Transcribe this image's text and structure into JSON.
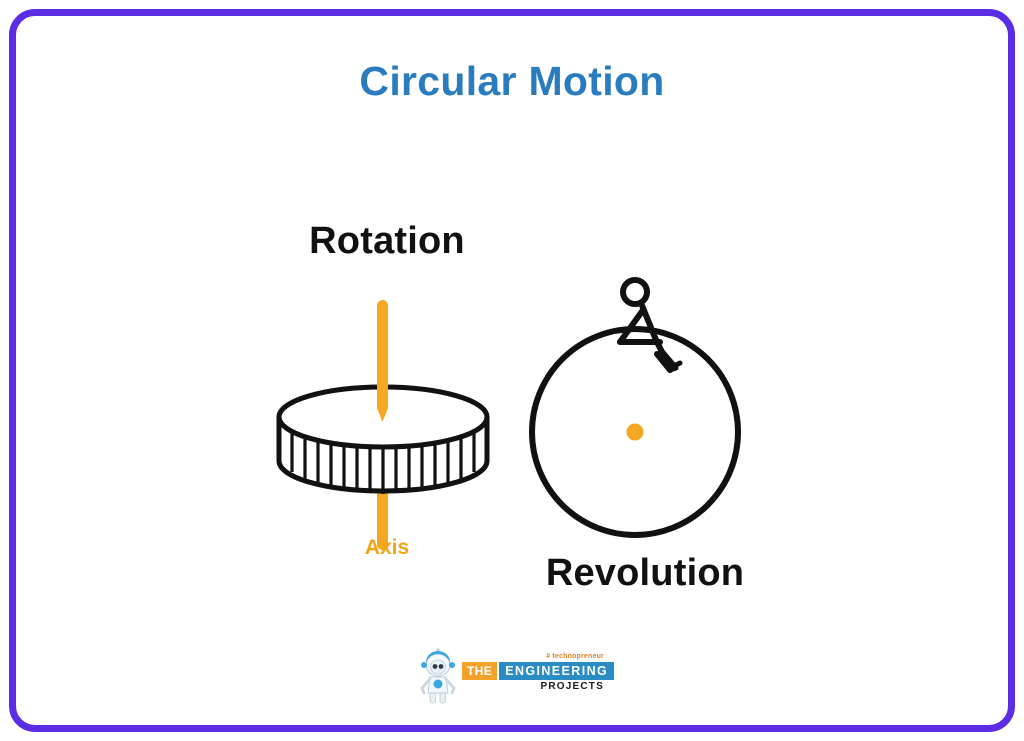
{
  "slide": {
    "title": "Circular Motion",
    "background": "#ffffff",
    "frame_color": "#5B2EE5",
    "title_color": "#2A7CBE"
  },
  "rotation": {
    "label": "Rotation",
    "axis_label": "Axis",
    "axis_color": "#F0A519",
    "outline_color": "#111111",
    "ridge_count": 17
  },
  "revolution": {
    "label": "Revolution",
    "center_dot_color": "#F5A623",
    "outline_color": "#111111",
    "figure": "stick-figure-sitting"
  },
  "logo": {
    "tagline": "# technopreneur",
    "word_the": "THE",
    "word_engineering": "ENGINEERING",
    "word_projects": "PROJECTS",
    "the_bg": "#F2A22B",
    "engineering_bg": "#2B8CC4",
    "mascot": "robot-mascot"
  }
}
